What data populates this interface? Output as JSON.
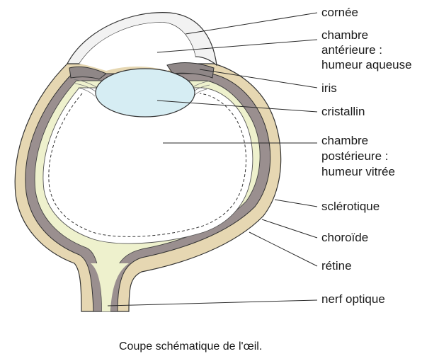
{
  "diagram": {
    "labels": {
      "cornea": "cornée",
      "anterior_chamber_1": "chambre",
      "anterior_chamber_2": "antérieure :",
      "anterior_chamber_3": "humeur aqueuse",
      "iris": "iris",
      "lens": "cristallin",
      "posterior_chamber_1": "chambre",
      "posterior_chamber_2": "postérieure :",
      "posterior_chamber_3": "humeur vitrée",
      "sclera": "sclérotique",
      "choroid": "choroïde",
      "retina": "rétine",
      "optic_nerve": "nerf optique"
    },
    "caption": "Coupe schématique de l'œil.",
    "colors": {
      "sclera": "#e6d7b2",
      "choroid": "#9a8f8f",
      "retina": "#eef1cd",
      "cornea": "#f2f2f2",
      "lens": "#d6edf3",
      "iris": "#8f8787",
      "outline": "#333333"
    }
  }
}
